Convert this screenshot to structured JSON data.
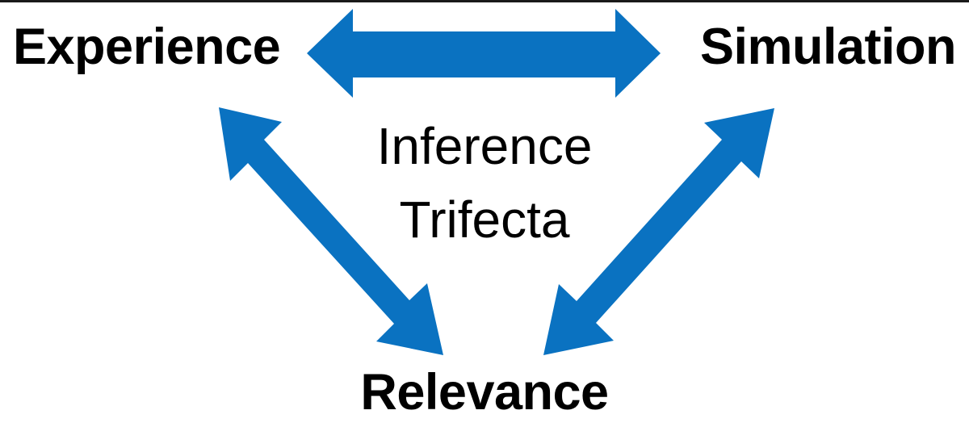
{
  "diagram": {
    "title": "Inference Trifecta",
    "background_color": "#ffffff",
    "accent_color": "#0a72c1",
    "text_color": "#000000",
    "nodes": [
      {
        "id": "experience",
        "label": "Experience",
        "position": "top-left"
      },
      {
        "id": "simulation",
        "label": "Simulation",
        "position": "top-right"
      },
      {
        "id": "relevance",
        "label": "Relevance",
        "position": "bottom-center"
      }
    ],
    "center": {
      "line1": "Inference",
      "line2": "Trifecta"
    },
    "connectors": [
      {
        "id": "experience-simulation",
        "from": "Experience",
        "to": "Simulation",
        "style": "double-headed-arrow",
        "color": "#0a72c1"
      },
      {
        "id": "experience-relevance",
        "from": "Experience",
        "to": "Relevance",
        "style": "double-headed-arrow",
        "color": "#0a72c1"
      },
      {
        "id": "relevance-simulation",
        "from": "Relevance",
        "to": "Simulation",
        "style": "double-headed-arrow",
        "color": "#0a72c1"
      }
    ]
  }
}
